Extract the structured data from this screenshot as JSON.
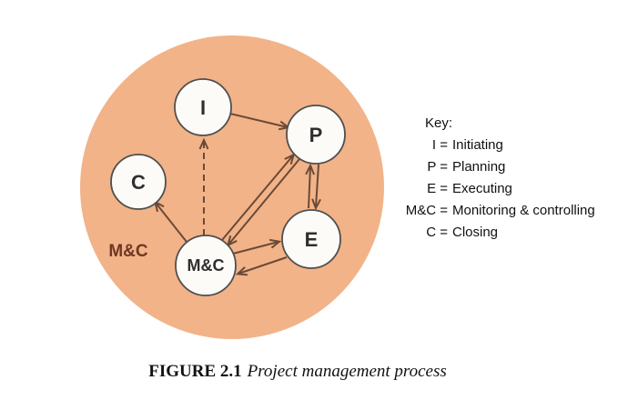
{
  "figure": {
    "caption": {
      "label": "FIGURE 2.1",
      "title": "Project management process"
    },
    "key": {
      "title": "Key:",
      "entries": [
        {
          "label": "I =",
          "definition": "Initiating"
        },
        {
          "label": "P =",
          "definition": "Planning"
        },
        {
          "label": "E =",
          "definition": "Executing"
        },
        {
          "label": "M&C =",
          "definition": "Monitoring & controlling"
        },
        {
          "label": "C =",
          "definition": "Closing"
        }
      ]
    },
    "diagram": {
      "region_label": "M&C",
      "nodes": [
        {
          "id": "I",
          "label": "I"
        },
        {
          "id": "C",
          "label": "C"
        },
        {
          "id": "P",
          "label": "P"
        },
        {
          "id": "E",
          "label": "E"
        },
        {
          "id": "M&C",
          "label": "M&C"
        }
      ],
      "edges": [
        {
          "from": "I",
          "to": "P",
          "style": "solid"
        },
        {
          "from": "M&C",
          "to": "I",
          "style": "dashed"
        },
        {
          "from": "M&C",
          "to": "C",
          "style": "solid"
        },
        {
          "from": "M&C",
          "to": "P",
          "style": "solid"
        },
        {
          "from": "P",
          "to": "M&C",
          "style": "solid"
        },
        {
          "from": "P",
          "to": "E",
          "style": "solid"
        },
        {
          "from": "E",
          "to": "P",
          "style": "solid"
        },
        {
          "from": "M&C",
          "to": "E",
          "style": "solid"
        },
        {
          "from": "E",
          "to": "M&C",
          "style": "solid"
        }
      ]
    },
    "colors": {
      "circle_fill": "#f2b388",
      "node_fill": "#fdfbf7",
      "node_stroke": "#4f4f4f",
      "arrow": "#6b4936",
      "region_label": "#6f3726",
      "text": "#111111"
    }
  }
}
